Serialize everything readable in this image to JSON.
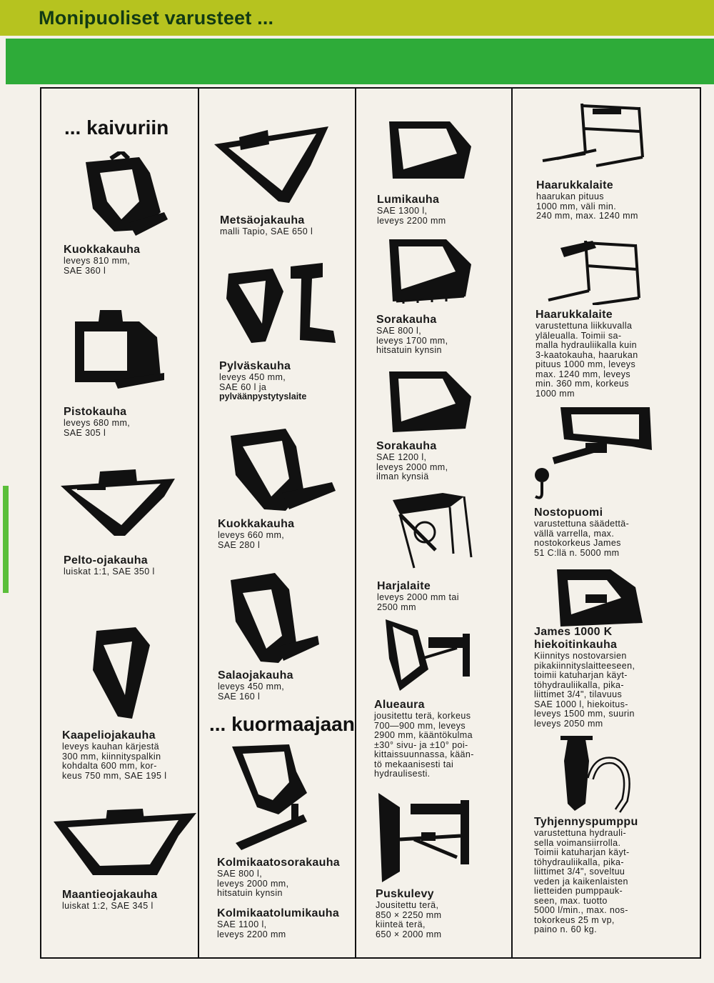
{
  "page": {
    "title": "Monipuoliset varusteet ..."
  },
  "sections": {
    "excavator": "... kaivuriin",
    "loader": "... kuormaajaan"
  },
  "items": [
    {
      "name": "Kuokkakauha",
      "desc": "leveys 810 mm,\nSAE 360 l"
    },
    {
      "name": "Pistokauha",
      "desc": "leveys 680 mm,\nSAE 305 l"
    },
    {
      "name": "Pelto-ojakauha",
      "desc": "luiskat 1:1, SAE 350 l"
    },
    {
      "name": "Kaapeliojakauha",
      "desc": "leveys kauhan kärjestä\n300 mm, kiinnityspalkin\nkohdalta 600 mm, kor-\nkeus 750 mm, SAE 195 l"
    },
    {
      "name": "Maantieojakauha",
      "desc": "luiskat 1:2, SAE 345 l"
    },
    {
      "name": "Metsäojakauha",
      "desc": "malli Tapio, SAE 650 l"
    },
    {
      "name": "Pylväskauha",
      "desc": "leveys 450 mm,\nSAE 60 l ja",
      "extra": "pylväänpystytyslaite"
    },
    {
      "name": "Kuokkakauha",
      "desc": "leveys 660 mm,\nSAE 280 l"
    },
    {
      "name": "Salaojakauha",
      "desc": "leveys 450 mm,\nSAE 160 l"
    },
    {
      "name": "Kolmikaatosorakauha",
      "desc": "SAE 800 l,\nleveys 2000 mm,\nhitsatuin kynsin"
    },
    {
      "name": "Kolmikaatolumikauha",
      "desc": "SAE 1100 l,\nleveys 2200 mm"
    },
    {
      "name": "Lumikauha",
      "desc": "SAE 1300 l,\nleveys 2200 mm"
    },
    {
      "name": "Sorakauha",
      "desc": "SAE 800 l,\nleveys 1700 mm,\nhitsatuin kynsin"
    },
    {
      "name": "Sorakauha",
      "desc": "SAE 1200 l,\nleveys 2000 mm,\nilman kynsiä"
    },
    {
      "name": "Harjalaite",
      "desc": "leveys 2000 mm tai\n2500 mm"
    },
    {
      "name": "Alueaura",
      "desc": "jousitettu terä, korkeus\n700—900 mm, leveys\n2900 mm, kääntökulma\n±30° sivu- ja ±10° poi-\nkittaissuunnassa, kään-\ntö mekaanisesti tai\nhydraulisesti."
    },
    {
      "name": "Puskulevy",
      "desc": "Jousitettu terä,\n850 × 2250 mm\nkiinteä terä,\n650 × 2000 mm"
    },
    {
      "name": "Haarukkalaite",
      "desc": "haarukan pituus\n1000 mm, väli min.\n240 mm, max. 1240 mm"
    },
    {
      "name": "Haarukkalaite",
      "desc": "varustettuna liikkuvalla\nyläleualla. Toimii sa-\nmalla hydrauliikalla kuin\n3-kaatokauha, haarukan\npituus 1000 mm, leveys\nmax. 1240 mm, leveys\nmin. 360 mm, korkeus\n1000 mm"
    },
    {
      "name": "Nostopuomi",
      "desc": "varustettuna säädettä-\nvällä varrella, max.\nnostokorkeus James\n51 C:llä n. 5000 mm"
    },
    {
      "name": "James 1000 K\nhiekoitinkauha",
      "desc": "Kiinnitys nostovarsien\npikakiinnityslaitteeseen,\ntoimii katuharjan käyt-\ntöhydrauliikalla, pika-\nliittimet 3/4\", tilavuus\nSAE 1000 l, hiekoitus-\nleveys 1500 mm, suurin\nleveys 2050 mm"
    },
    {
      "name": "Tyhjennyspumppu",
      "desc": "varustettuna hydrauli-\nsella voimansiirrolla.\nToimii katuharjan käyt-\ntöhydrauliikalla, pika-\nliittimet 3/4\", soveltuu\nveden ja kaikenlaisten\nlietteiden pumppauk-\nseen, max. tuotto\n5000 l/min., max. nos-\ntokorkeus 25 m vp,\npaino n. 60 kg."
    }
  ]
}
